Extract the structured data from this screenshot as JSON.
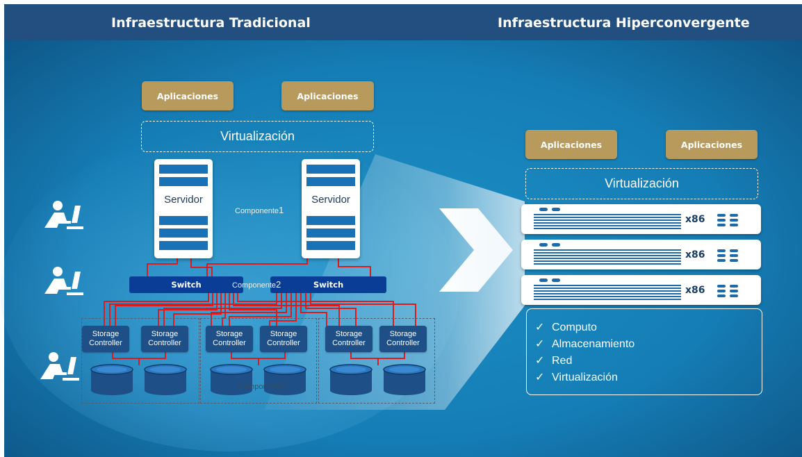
{
  "left_title": "Infraestructura Tradicional",
  "right_title": "Infraestructura Hiperconvergente",
  "traditional": {
    "apps": [
      "Aplicaciones",
      "Aplicaciones"
    ],
    "virtualization": "Virtualización",
    "servers": [
      "Servidor",
      "Servidor"
    ],
    "switches": [
      "Switch",
      "Switch"
    ],
    "component_labels": {
      "c1_text": "Componente",
      "c1_num": "1",
      "c2_text": "Componente",
      "c2_num": "2",
      "c3_text": "Componente",
      "c3_num": "3"
    },
    "storage_controllers": [
      "Storage\nController",
      "Storage\nController",
      "Storage\nController",
      "Storage\nController",
      "Storage\nController",
      "Storage\nController"
    ]
  },
  "hyperconverged": {
    "apps": [
      "Aplicaciones",
      "Aplicaciones"
    ],
    "virtualization": "Virtualización",
    "nodes": [
      "x86",
      "x86",
      "x86"
    ],
    "features": [
      "Computo",
      "Almacenamiento",
      "Red",
      "Virtualización"
    ],
    "check_mark": "✓"
  },
  "colors": {
    "header_band": "#234f80",
    "background_center": "#1b8fc4",
    "background_edge": "#0d4e7d",
    "app_box": "#b89a5c",
    "switch": "#0a3d96",
    "cable": "#e01a1a",
    "storage_controller": "#1f4f87"
  },
  "icons": [
    "admin-person-icon",
    "big-arrow-chevron-icon",
    "server-icon",
    "disk-icon",
    "x86-node-icon"
  ]
}
